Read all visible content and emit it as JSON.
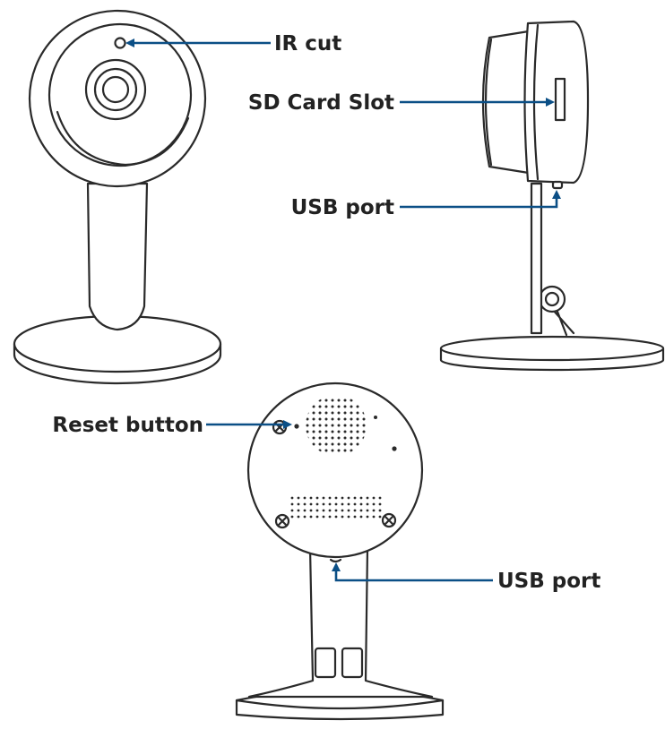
{
  "labels": {
    "ir_cut": "IR cut",
    "sd_card_slot": "SD Card Slot",
    "usb_port_side": "USB port",
    "reset_button": "Reset button",
    "usb_port_back": "USB port"
  },
  "colors": {
    "callout": "#0b4f86",
    "outline": "#2a2a2a",
    "text": "#222222"
  }
}
